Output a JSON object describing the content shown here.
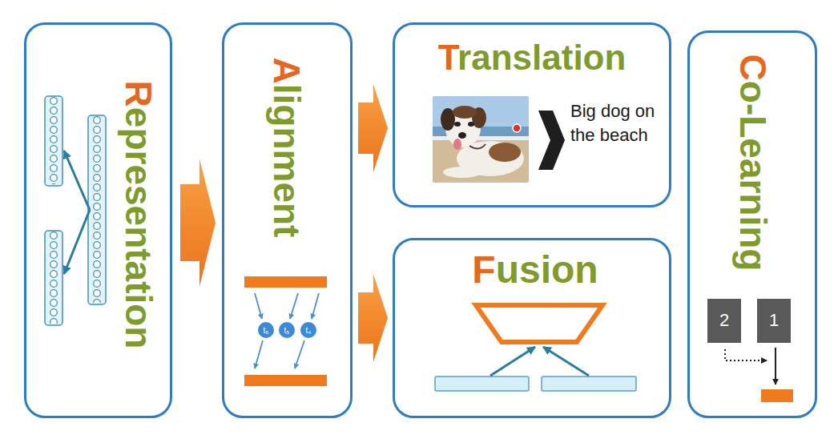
{
  "diagram": {
    "nodes": [
      {
        "text": [
          "Representation"
        ]
      },
      {
        "text": [
          "Alignment"
        ]
      },
      {
        "text": [
          "t₆"
        ],
        "in": 1
      },
      {
        "text": [
          "t₅"
        ],
        "in": 1
      },
      {
        "text": [
          "t₄"
        ],
        "in": 1
      },
      {
        "text": [
          "Translation",
          "Big dog on the beach"
        ]
      },
      {
        "text": [
          "Fusion"
        ]
      },
      {
        "text": [
          "Co-Learning"
        ]
      },
      {
        "text": [
          "2"
        ],
        "in": 7
      },
      {
        "text": [
          "1"
        ],
        "in": 7
      }
    ],
    "edges": [
      {
        "from": 0,
        "to": 1,
        "arrow": "to"
      },
      {
        "from": 1,
        "to": 5,
        "arrow": "to"
      },
      {
        "from": 1,
        "to": 6,
        "arrow": "to"
      }
    ]
  }
}
